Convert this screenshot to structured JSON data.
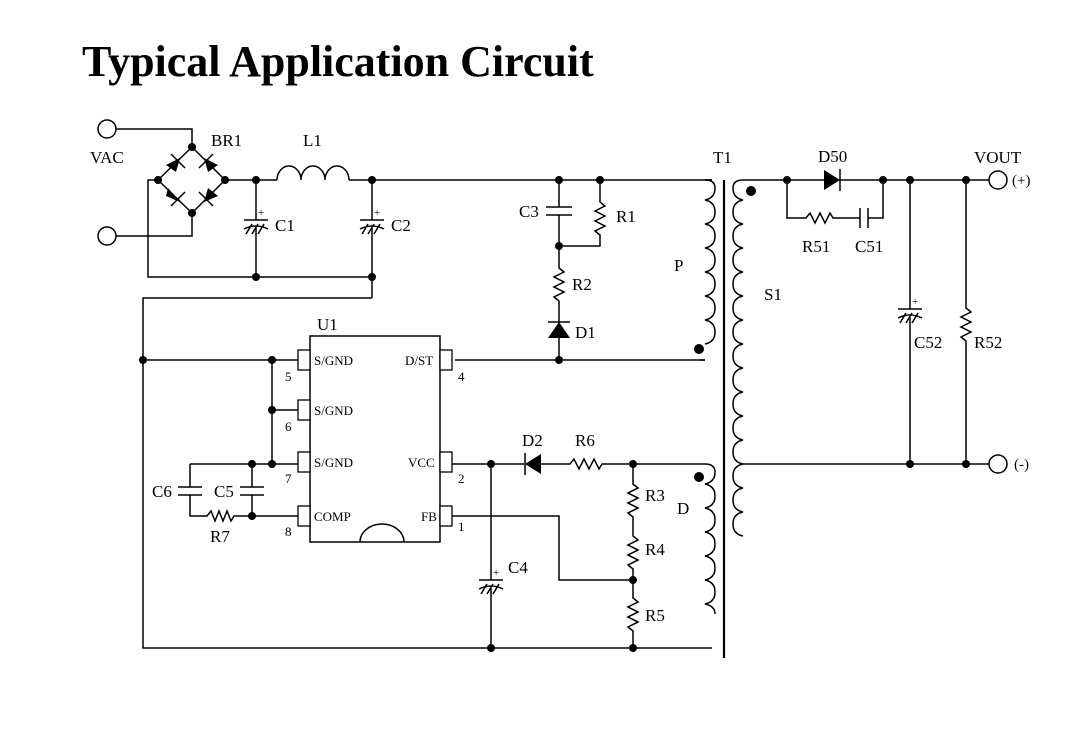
{
  "title": "Typical Application Circuit",
  "input": {
    "label": "VAC"
  },
  "bridge": {
    "label": "BR1"
  },
  "inductor": {
    "label": "L1"
  },
  "transformer": {
    "label": "T1",
    "primary": "P",
    "secondary": "S1",
    "auxiliary": "D"
  },
  "ic": {
    "label": "U1",
    "pins": [
      {
        "name": "S/GND",
        "num": "5"
      },
      {
        "name": "S/GND",
        "num": "6"
      },
      {
        "name": "S/GND",
        "num": "7"
      },
      {
        "name": "COMP",
        "num": "8"
      },
      {
        "name": "D/ST",
        "num": "4"
      },
      {
        "name": "VCC",
        "num": "2"
      },
      {
        "name": "FB",
        "num": "1"
      }
    ]
  },
  "components": {
    "c1": "C1",
    "c2": "C2",
    "c3": "C3",
    "c4": "C4",
    "c5": "C5",
    "c6": "C6",
    "c51": "C51",
    "c52": "C52",
    "r1": "R1",
    "r2": "R2",
    "r3": "R3",
    "r4": "R4",
    "r5": "R5",
    "r6": "R6",
    "r7": "R7",
    "r51": "R51",
    "r52": "R52",
    "d1": "D1",
    "d2": "D2",
    "d50": "D50"
  },
  "output": {
    "label": "VOUT",
    "plus": "(+)",
    "minus": "(-)"
  }
}
